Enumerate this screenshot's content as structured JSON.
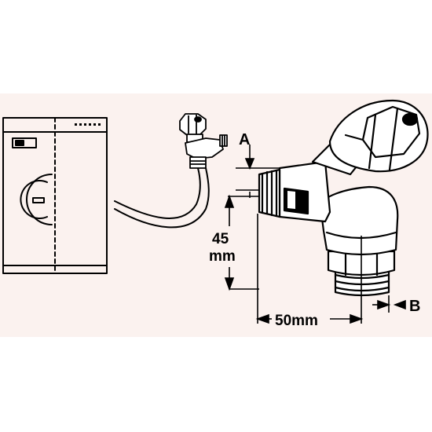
{
  "colors": {
    "panel_background": "#fbf2ef",
    "page_background": "#ffffff",
    "ink": "#000000",
    "handle_fill": "#ffffff"
  },
  "labels": {
    "a": "A",
    "b": "B",
    "height_value": "45",
    "height_unit": "mm",
    "width_dimension": "50mm"
  }
}
